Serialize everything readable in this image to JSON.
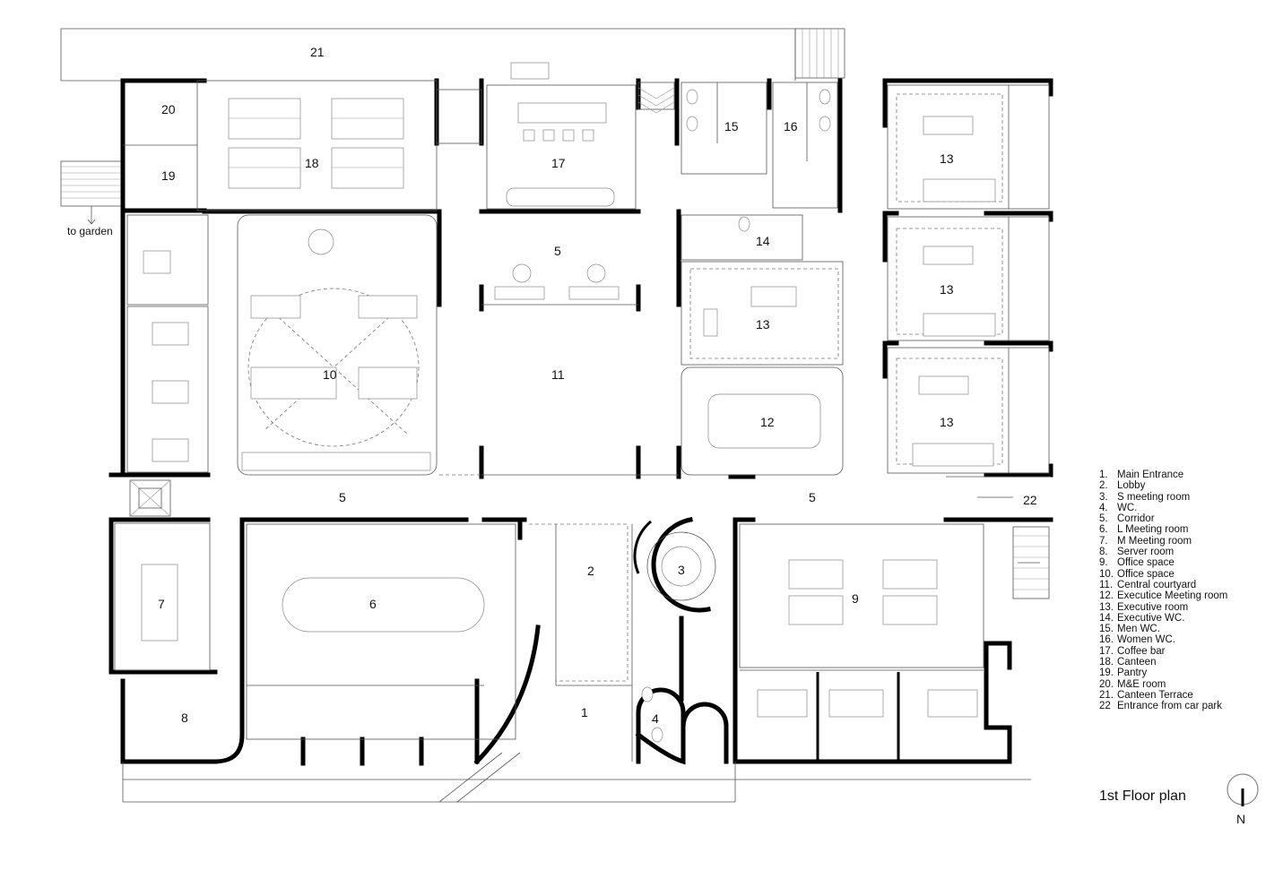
{
  "rooms": [
    {
      "num": "1",
      "name": "Main Entrance"
    },
    {
      "num": "2",
      "name": "Lobby"
    },
    {
      "num": "3",
      "name": "S meeting room"
    },
    {
      "num": "4",
      "name": "WC."
    },
    {
      "num": "5",
      "name": "Corridor"
    },
    {
      "num": "6",
      "name": "L Meeting room"
    },
    {
      "num": "7",
      "name": "M Meeting room"
    },
    {
      "num": "8",
      "name": "Server room"
    },
    {
      "num": "9",
      "name": "Office space"
    },
    {
      "num": "10",
      "name": "Office space"
    },
    {
      "num": "11",
      "name": "Central courtyard"
    },
    {
      "num": "12",
      "name": "Executice Meeting room"
    },
    {
      "num": "13",
      "name": "Executive room"
    },
    {
      "num": "14",
      "name": "Executive WC."
    },
    {
      "num": "15",
      "name": "Men WC."
    },
    {
      "num": "16",
      "name": "Women WC."
    },
    {
      "num": "17",
      "name": "Coffee bar"
    },
    {
      "num": "18",
      "name": "Canteen"
    },
    {
      "num": "19",
      "name": "Pantry"
    },
    {
      "num": "20",
      "name": "M&E  room"
    },
    {
      "num": "21",
      "name": "Canteen Terrace"
    },
    {
      "num": "22",
      "name": "Entrance from car park"
    }
  ],
  "legend_numbers": [
    "1.",
    "2.",
    "3.",
    "4.",
    "5.",
    "6.",
    "7.",
    "8.",
    "9.",
    "10.",
    "11.",
    "12.",
    "13.",
    "14.",
    "15.",
    "16.",
    "17.",
    "18.",
    "19.",
    "20.",
    "21.",
    "22"
  ],
  "labels": {
    "l21": "21",
    "l20": "20",
    "l19": "19",
    "l18": "18",
    "l17": "17",
    "l15": "15",
    "l16": "16",
    "l13a": "13",
    "l13b": "13",
    "l13c": "13",
    "l13d": "13",
    "l14": "14",
    "l5a": "5",
    "l5b": "5",
    "l5c": "5",
    "l10": "10",
    "l11": "11",
    "l12": "12",
    "l22": "22",
    "l7": "7",
    "l6": "6",
    "l2": "2",
    "l3": "3",
    "l9": "9",
    "l8": "8",
    "l1": "1",
    "l4": "4"
  },
  "note_garden": "to garden",
  "title": "1st Floor plan",
  "north": "N"
}
